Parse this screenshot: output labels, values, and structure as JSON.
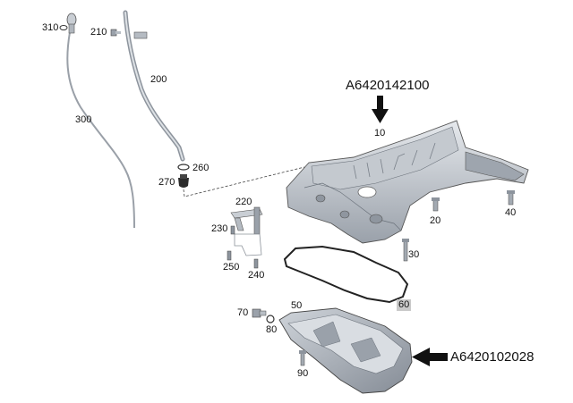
{
  "callouts": {
    "c310": "310",
    "c210": "210",
    "c200": "200",
    "c300": "300",
    "c260": "260",
    "c270": "270",
    "c10": "10",
    "c20": "20",
    "c40": "40",
    "c220": "220",
    "c230": "230",
    "c250": "250",
    "c240": "240",
    "c30": "30",
    "c60": "60",
    "c50": "50",
    "c70": "70",
    "c80": "80",
    "c90": "90"
  },
  "part_numbers": {
    "upper_pan": "A6420142100",
    "lower_pan": "A6420102028"
  },
  "colors": {
    "metal_light": "#d7dbe0",
    "metal_mid": "#b3b9c1",
    "metal_dark": "#7c838d",
    "line": "#222222",
    "highlight": "#c9c9c9"
  }
}
